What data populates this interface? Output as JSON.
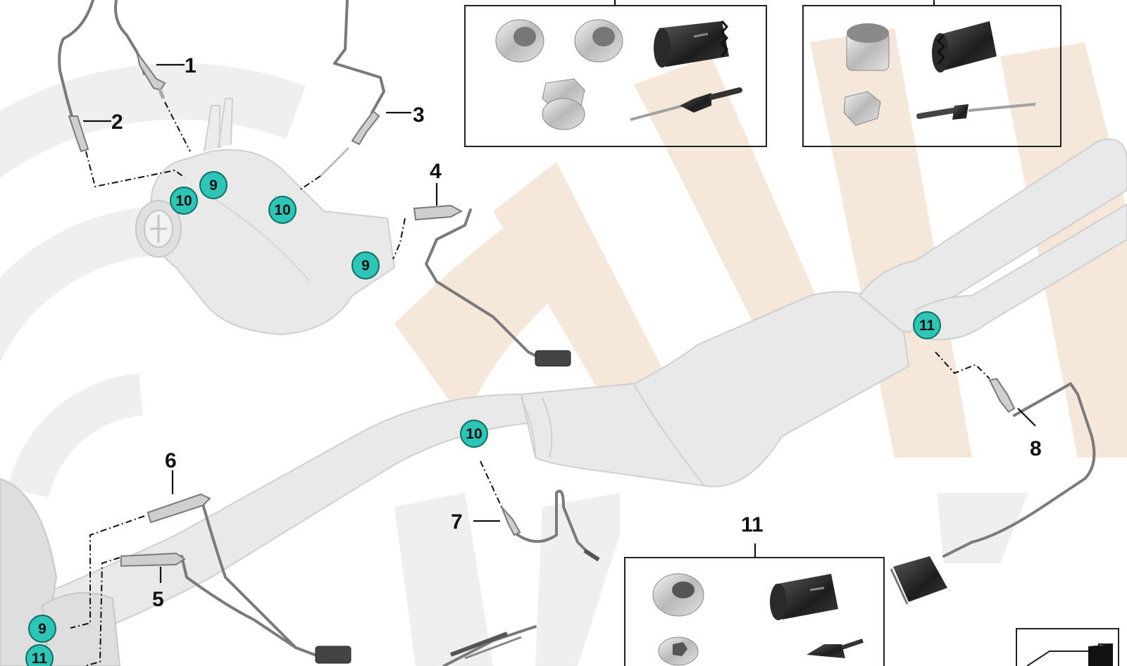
{
  "part_numbers": [
    "1",
    "2",
    "3",
    "4",
    "5",
    "6",
    "7",
    "8",
    "11"
  ],
  "callout_badges": [
    "9",
    "10",
    "10",
    "9",
    "11",
    "10",
    "9",
    "11"
  ],
  "colors": {
    "badge_fill": "#2ec4b6",
    "badge_stroke": "#0d6f66",
    "watermark_grey": "#efefef",
    "watermark_tan": "#f5e7d9"
  },
  "icons": [
    "oxygen-sensor-icon",
    "threaded-bung-icon",
    "hole-saw-icon",
    "plug-screw-icon",
    "drill-bit-icon",
    "control-unit-icon",
    "connector-plug-icon"
  ]
}
